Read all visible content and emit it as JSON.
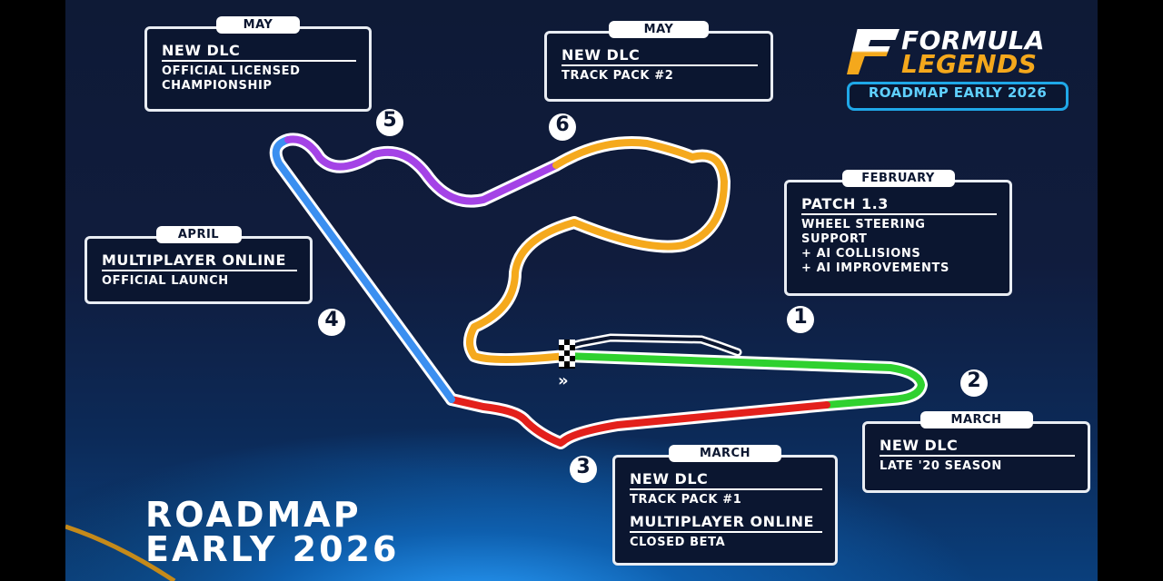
{
  "logo": {
    "word1": "FORMULA",
    "word2": "LEGENDS",
    "badge": "ROADMAP EARLY 2026"
  },
  "title": {
    "line1": "ROADMAP",
    "line2": "EARLY 2026"
  },
  "checkpoints": [
    {
      "number": "1",
      "month": "FEBRUARY",
      "heading": "PATCH 1.3",
      "lines": [
        "WHEEL STEERING",
        "SUPPORT",
        "+ AI COLLISIONS",
        "+ AI IMPROVEMENTS"
      ]
    },
    {
      "number": "2",
      "month": "MARCH",
      "heading": "NEW DLC",
      "lines": [
        "LATE '20 SEASON"
      ]
    },
    {
      "number": "3",
      "month": "MARCH",
      "heading": "NEW DLC",
      "lines": [
        "TRACK PACK #1"
      ],
      "heading2": "MULTIPLAYER ONLINE",
      "lines2": [
        "CLOSED BETA"
      ]
    },
    {
      "number": "4",
      "month": "APRIL",
      "heading": "MULTIPLAYER ONLINE",
      "lines": [
        "OFFICIAL LAUNCH"
      ]
    },
    {
      "number": "5",
      "month": "MAY",
      "heading": "NEW DLC",
      "lines": [
        "OFFICIAL LICENSED",
        "CHAMPIONSHIP"
      ]
    },
    {
      "number": "6",
      "month": "MAY",
      "heading": "NEW DLC",
      "lines": [
        "TRACK PACK #2"
      ]
    }
  ],
  "colors": {
    "green": "#2fd12f",
    "red": "#e3201b",
    "blue": "#3b8ff0",
    "purple": "#a443e6",
    "orange": "#f5a91d"
  },
  "icons": {
    "start": "checkered-flag-icon",
    "direction": "double-chevron-right-icon"
  }
}
